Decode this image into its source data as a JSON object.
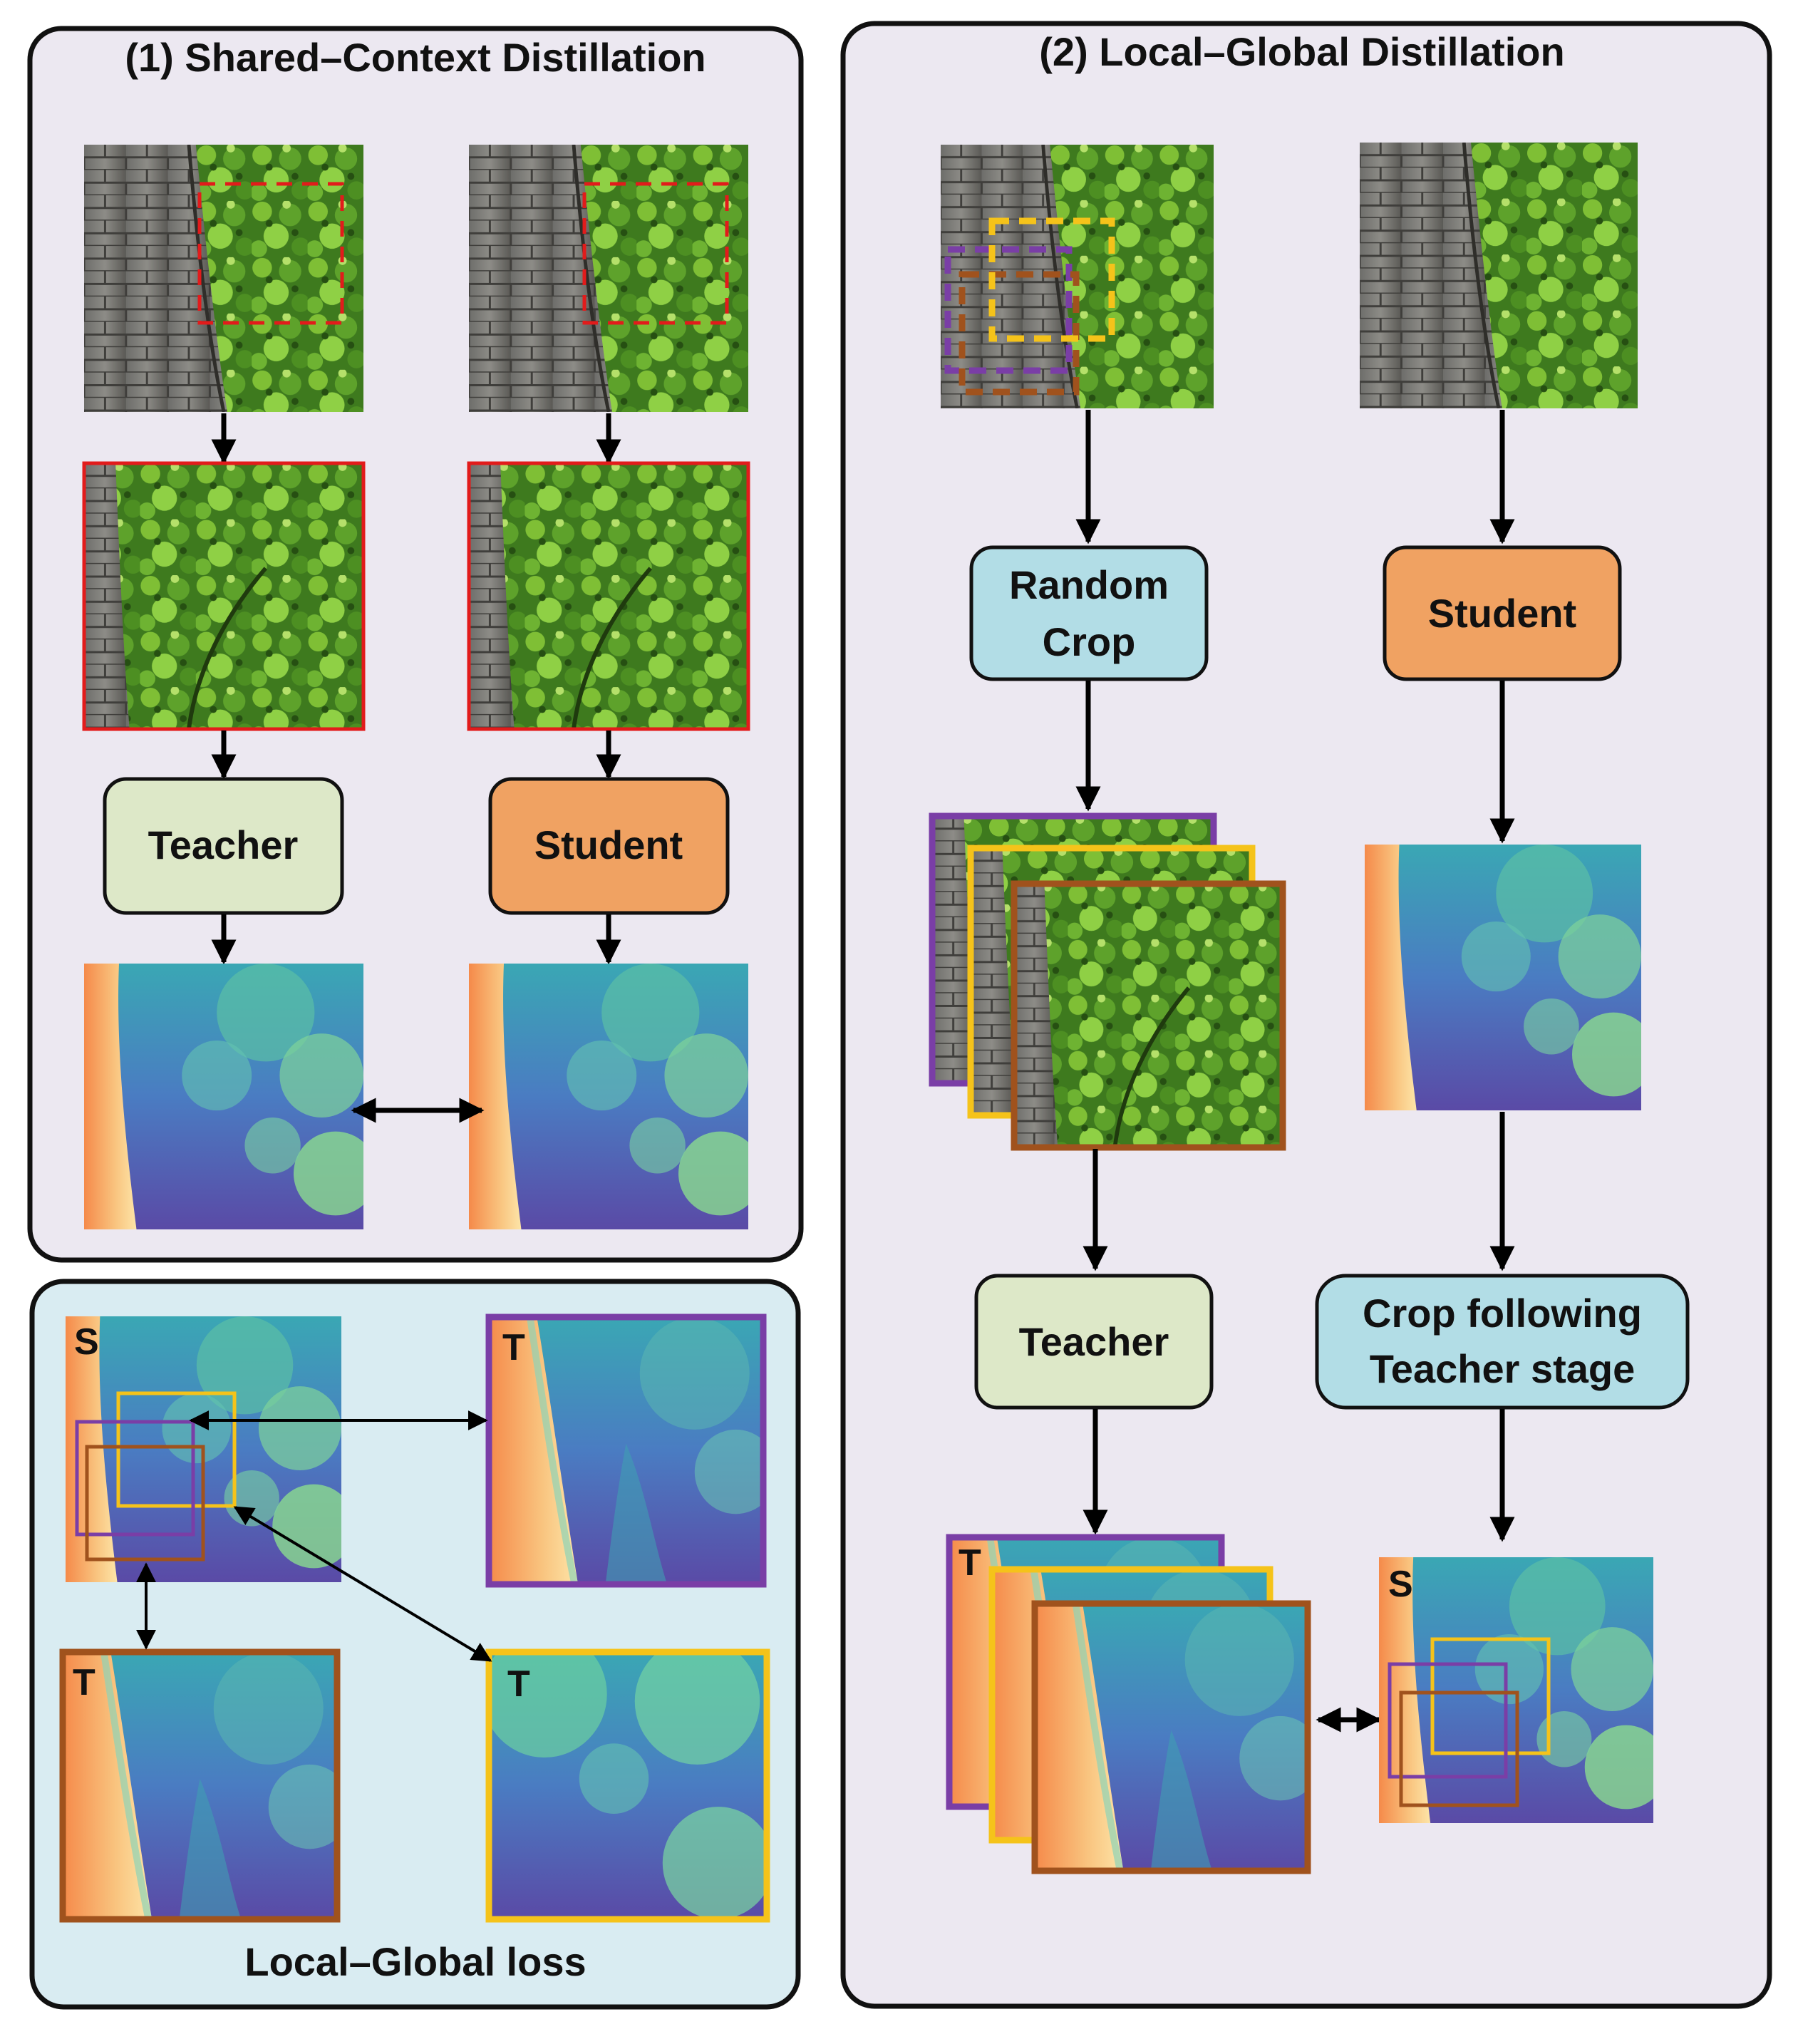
{
  "panel1": {
    "title": "(1) Shared–Context Distillation",
    "teacher_label": "Teacher",
    "student_label": "Student"
  },
  "panel2": {
    "title": "(2) Local–Global Distillation",
    "random_crop_line1": "Random",
    "random_crop_line2": "Crop",
    "student_label": "Student",
    "teacher_label": "Teacher",
    "crop_following_line1": "Crop following",
    "crop_following_line2": "Teacher stage",
    "t_marker": "T",
    "s_marker": "S"
  },
  "panel3": {
    "caption": "Local–Global loss",
    "s_marker": "S",
    "t_marker_purple": "T",
    "t_marker_brown": "T",
    "t_marker_yellow": "T"
  },
  "colors": {
    "panel_bg": "#ece8f1",
    "loss_panel_bg": "#d9ecf2",
    "teacher_box": "#dde8c8",
    "student_box": "#f0a262",
    "crop_box": "#b2dde6",
    "crop_purple": "#7a3ea6",
    "crop_yellow": "#f5c31a",
    "crop_brown": "#a0521d",
    "crop_red": "#e21b1b"
  }
}
